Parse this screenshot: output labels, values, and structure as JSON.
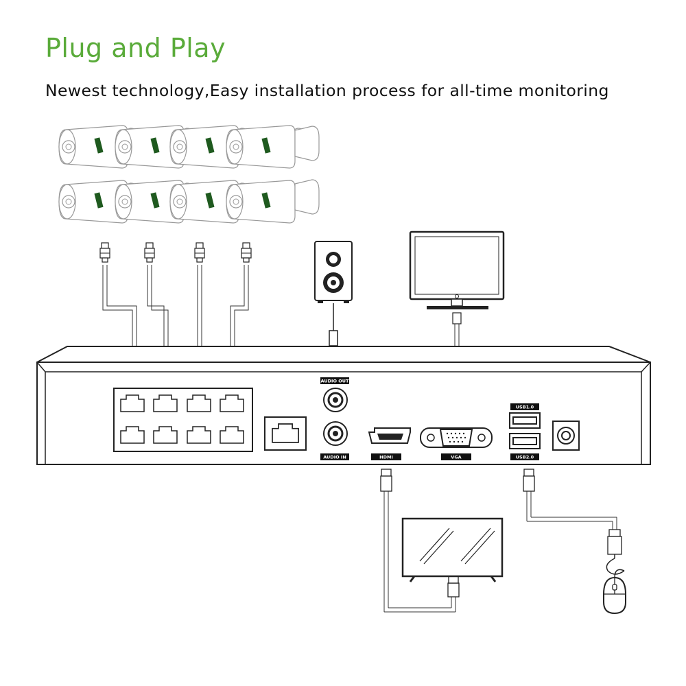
{
  "title": "Plug and Play",
  "subtitle": "Newest technology,Easy installation process for all-time monitoring",
  "port_labels": {
    "audio_out": "AUDIO OUT",
    "audio_in": "AUDIO IN",
    "hdmi": "HDMI",
    "vga": "VGA",
    "usb1": "USB1.0",
    "usb2": "USB2.0"
  },
  "colors": {
    "title": "#5aab3a",
    "text": "#111111",
    "lines": "#222222",
    "camera_lines": "#888888",
    "camera_badge": "#1f5a1f",
    "label_bg": "#111111"
  },
  "devices": {
    "camera_count": 8,
    "poe_ports": 8,
    "icons": [
      "bullet-camera-icon",
      "speaker-icon",
      "vga-monitor-icon",
      "hdmi-tv-icon",
      "mouse-icon",
      "nvr-recorder-icon"
    ]
  }
}
